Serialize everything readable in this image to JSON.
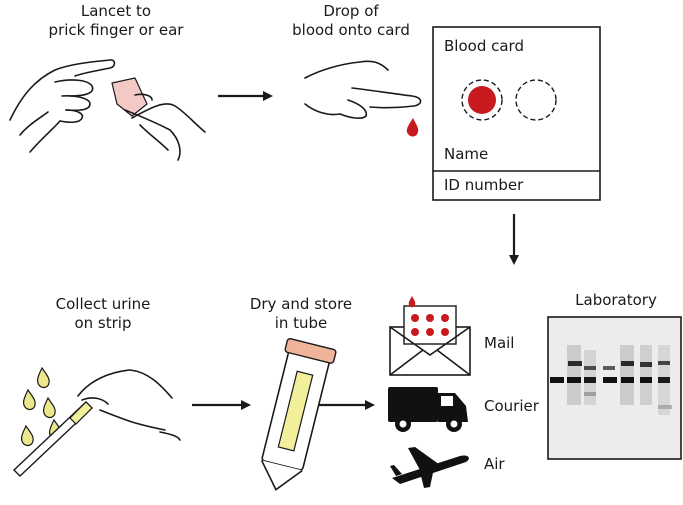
{
  "steps": {
    "lancet": {
      "line1": "Lancet to",
      "line2": "prick finger or ear"
    },
    "drop": {
      "line1": "Drop of",
      "line2": "blood onto card"
    },
    "urine": {
      "line1": "Collect urine",
      "line2": "on strip"
    },
    "dry": {
      "line1": "Dry and store",
      "line2": "in tube"
    },
    "laboratory": "Laboratory"
  },
  "blood_card": {
    "title": "Blood card",
    "name_label": "Name",
    "id_label": "ID number"
  },
  "transport": {
    "mail": "Mail",
    "courier": "Courier",
    "air": "Air"
  },
  "colors": {
    "blood": "#c8191e",
    "skin_pink": "#f2c9c4",
    "strip_yellow": "#f1ef9a",
    "drop_yellow": "#ece78c",
    "tube_cap": "#f0b49a",
    "ink": "#1a1a1a"
  }
}
